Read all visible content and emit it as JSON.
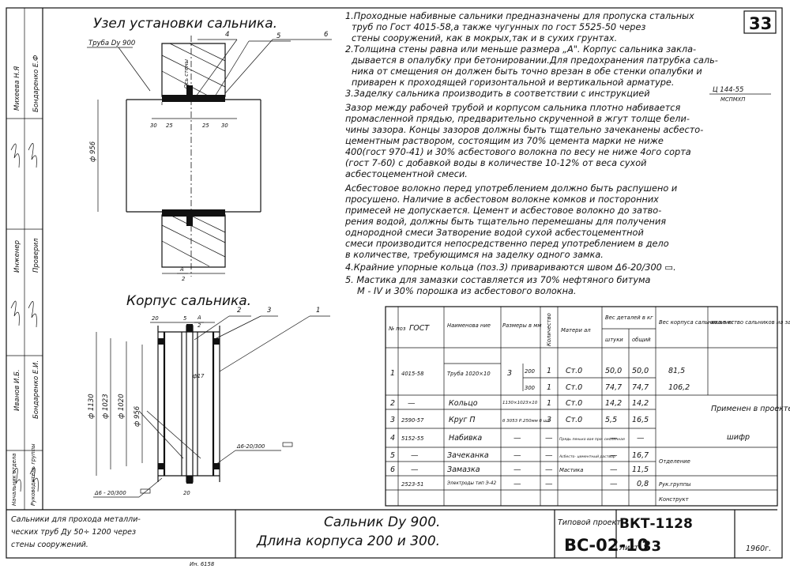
{
  "sheet_number": "33",
  "titles": {
    "assembly": "Узел установки сальника.",
    "body": "Корпус сальника."
  },
  "assembly": {
    "pipe_label": "Труба Dу 900",
    "callouts": [
      "4",
      "5",
      "6"
    ],
    "wall_label": "Ось стены",
    "dims": [
      "30",
      "25",
      "25",
      "30"
    ],
    "diameter": "ф 956",
    "a_label": "А",
    "a_half": "2"
  },
  "body": {
    "callouts": [
      "2",
      "3",
      "1"
    ],
    "top_dims": [
      "20",
      "5",
      "А",
      "2"
    ],
    "diameters": [
      "ф 1130",
      "ф 1023",
      "ф 1020",
      "ф 956"
    ],
    "n_label": "ф17",
    "weld_label": "Δ6-20/300",
    "weld_label_bottom": "Δ6 - 20/300",
    "bottom_dim": "20"
  },
  "notes": [
    "1.Проходные набивные сальники предназначены для пропуска стальных",
    "труб по Гост 4015-58,а также чугунных по гост 5525-50 через",
    "стены сооружений, как в мокрых,так и в сухих грунтах.",
    "2.Толщина стены равна или меньше размера „А\". Корпус сальника закла-",
    "дывается в опалубку при бетонировании.Для предохранения патрубка саль-",
    "ника от смещения он должен быть точно врезан в обе стенки опалубки и",
    "приварен к проходящей горизонтальной и вертикальной арматуре.",
    "3.Заделку сальника производить в соответствии с инструкцией",
    "Зазор между рабочей трубой и корпусом сальника плотно набивается",
    "промасленной прядью, предварительно скрученной в жгут толще бели-",
    "чины зазора. Концы зазоров должны быть тщательно зачеканены асбесто-",
    "цементным раствором, состоящим из 70% цемента марки не ниже",
    "400(гост 970-41) и 30% асбестового волокна по весу не ниже 4ого сорта",
    "(гост 7-60) с добавкой воды в количестве 10-12% от веса сухой",
    "асбестоцементной смеси.",
    "Асбестовое волокно перед употреблением должно быть распушено и",
    "просушено. Наличие в асбестовом волокне комков и посторонних",
    "примесей не допускается. Цемент и асбестовое волокно до затво-",
    "рения водой, должны быть тщательно перемешаны для получения",
    "однородной смеси Затворение водой сухой асбестоцементной",
    "смеси производится непосредственно перед употреблением в дело",
    "в количестве, требующимся на заделку одного замка.",
    "4.Крайние упорные кольца (поз.3) привариваются швом Δ6-20/300 ▭.",
    "5. Мастика для замазки составляется из 70% нефтяного битума",
    "М - IV и 30% порошка из асбестового волокна."
  ],
  "instruction_ref": {
    "num": "Ц 144-55",
    "den": "МСПМХП"
  },
  "table": {
    "headers": {
      "pos": "№ поз",
      "gost": "ГОСТ",
      "name": "Наименова ние",
      "size": "Размеры в мм",
      "qty": "Количество",
      "material": "Матери ал",
      "weight_group": "Вес деталей в кг",
      "weight_unit": "штуки",
      "weight_total": "общий",
      "body_weight": "Вес корпуса сальника в кг",
      "count": "количество сальников на заказ"
    },
    "rows": [
      {
        "pos": "1",
        "gost": "4015-58",
        "name": "Труба 1020×10",
        "size": "3",
        "sub": [
          {
            "len": "200",
            "qty": "1",
            "mat": "Ст.0",
            "w1": "50,0",
            "w2": "50,0",
            "body": "81,5"
          },
          {
            "len": "300",
            "qty": "1",
            "mat": "Ст.0",
            "w1": "74,7",
            "w2": "74,7",
            "body": "106,2"
          }
        ]
      },
      {
        "pos": "2",
        "gost": "—",
        "name": "Кольцо",
        "size": "1130×1023×10",
        "qty": "1",
        "mat": "Ст.0",
        "w1": "14,2",
        "w2": "14,2"
      },
      {
        "pos": "3",
        "gost": "2590-57",
        "name": "Круг П",
        "size": "б 3053 Р.250мм б шт",
        "qty": "3",
        "mat": "Ст.0",
        "w1": "5,5",
        "w2": "16,5"
      },
      {
        "pos": "4",
        "gost": "5152-55",
        "name": "Набивка",
        "size": "—",
        "qty": "—",
        "mat": "Прядь пенько вая про- смоленная",
        "w1": "—",
        "w2": "—"
      },
      {
        "pos": "5",
        "gost": "—",
        "name": "Зачеканка",
        "size": "—",
        "qty": "—",
        "mat": "Асбесто- цементный раствор",
        "w1": "—",
        "w2": "16,7"
      },
      {
        "pos": "6",
        "gost": "—",
        "name": "Замазка",
        "size": "—",
        "qty": "—",
        "mat": "Мастика",
        "w1": "—",
        "w2": "11,5"
      },
      {
        "pos": "",
        "gost": "2523-51",
        "name": "Электроды тип Э-42",
        "size": "—",
        "qty": "—",
        "mat": "",
        "w1": "—",
        "w2": "0,8"
      }
    ],
    "applied": "Применен в проекте",
    "cipher": "шифр",
    "roles": [
      "Отделение",
      "Рук.группы",
      "Конструкт"
    ]
  },
  "sidebar": {
    "roles": [
      "Начальник отдела",
      "Руководитель группы",
      "Инженер",
      "Проверил"
    ],
    "names": [
      "Михеева Н.Я",
      "Бондаренко Е.Ф",
      "Иванов И.Б.",
      "Бондаренко Е.И."
    ]
  },
  "stamp": {
    "description": "Сальники для прохода металли- ческих труб Ду 50÷ 1200 через стены сооружений.",
    "desc_lines": [
      "Сальники для прохода металли-",
      "ческих труб Ду 50÷ 1200 через",
      "стены сооружений."
    ],
    "title_lines": [
      "Сальник Dу 900.",
      "Длина корпуса 200 и 300."
    ],
    "typical_project": "Типовой проект",
    "code": "ВКТ-1128",
    "series": "ВС-02-10",
    "sheet_label": "Лист",
    "sheet": "33",
    "year": "1960г.",
    "inv": "Ин. 6158"
  }
}
